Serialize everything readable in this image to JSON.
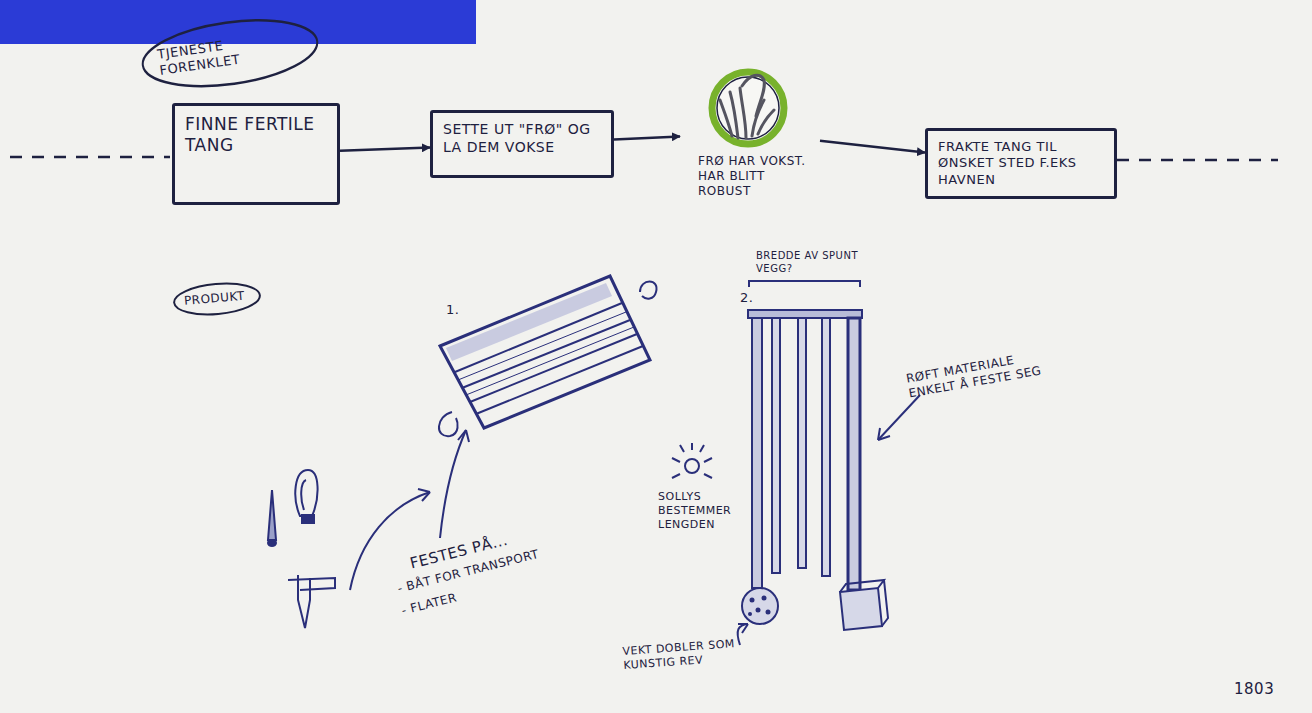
{
  "diagram": {
    "nodes": [
      {
        "text": [
          "TJENESTE FORENKLET"
        ]
      },
      {
        "text": [
          "FINNE FERTILE TANG"
        ]
      },
      {
        "text": [
          "SETTE UT \"FRØ\" OG LA DEM VOKSE"
        ]
      },
      {
        "text": [
          "FRØ HAR VOKST. HAR BLITT ROBUST"
        ]
      },
      {
        "text": [
          "FRAKTE TANG TIL ØNSKET STED F.EKS HAVNEN"
        ]
      },
      {
        "text": [
          "PRODUKT"
        ]
      }
    ],
    "edges": [
      {
        "from": 1,
        "to": 2,
        "arrow": "to"
      },
      {
        "from": 2,
        "to": 3,
        "arrow": "to"
      },
      {
        "from": 3,
        "to": 4,
        "arrow": "to"
      }
    ],
    "labels": [
      "1.",
      "2.",
      "BREDDE AV SPUNT VEGG?",
      "RØFT MATERIALE ENKELT Å FESTE SEG",
      "SOLLYS BESTEMMER LENGDEN",
      "VEKT DOBLER SOM KUNSTIG REV",
      "FESTES PÅ...",
      "- BÅT FOR TRANSPORT",
      "- FLATER",
      "1803"
    ]
  }
}
